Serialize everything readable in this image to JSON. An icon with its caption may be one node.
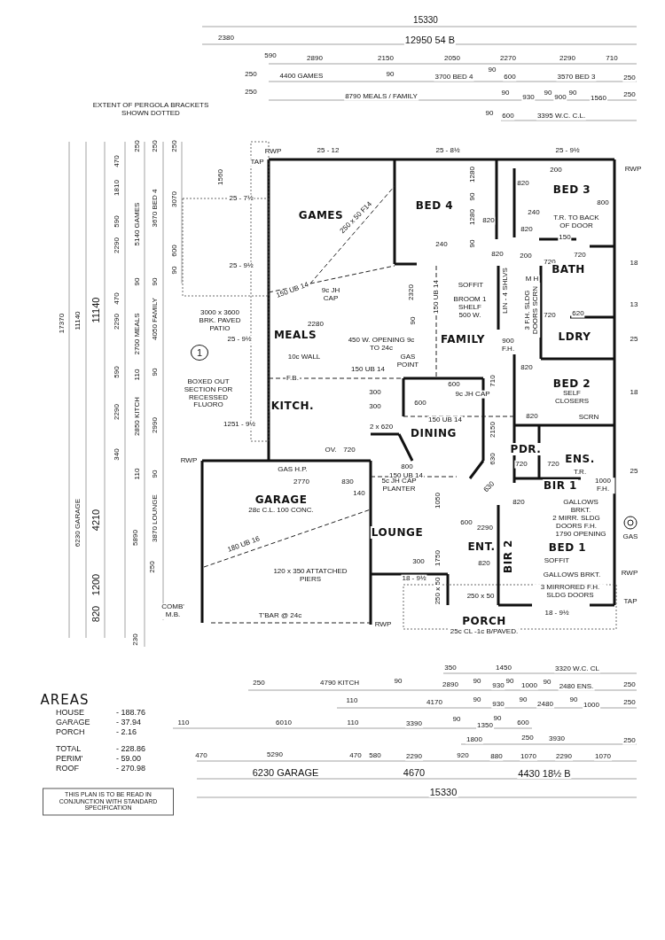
{
  "diagram": {
    "nodes": [
      {
        "text": [
          "GAMES"
        ]
      },
      {
        "text": [
          "BED 4"
        ]
      },
      {
        "text": [
          "BED 3"
        ]
      },
      {
        "text": [
          "BATH"
        ]
      },
      {
        "text": [
          "LDRY"
        ]
      },
      {
        "text": [
          "MEALS"
        ]
      },
      {
        "text": [
          "FAMILY"
        ]
      },
      {
        "text": [
          "BED 2"
        ]
      },
      {
        "text": [
          "KITCH."
        ]
      },
      {
        "text": [
          "DINING"
        ]
      },
      {
        "text": [
          "PDR."
        ]
      },
      {
        "text": [
          "ENS."
        ]
      },
      {
        "text": [
          "BIR 1"
        ]
      },
      {
        "text": [
          "GARAGE",
          "28c C.L. 100 CONC."
        ]
      },
      {
        "text": [
          "LOUNGE"
        ]
      },
      {
        "text": [
          "ENT."
        ]
      },
      {
        "text": [
          "BIR 2"
        ]
      },
      {
        "text": [
          "BED 1"
        ]
      },
      {
        "text": [
          "PORCH",
          "25c CL -1c B/PAVED."
        ]
      },
      {
        "text": [
          "THIS PLAN IS TO BE READ IN CONJUNCTION WITH STANDARD SPECIFICATION"
        ]
      }
    ],
    "labels": [
      "15330",
      "2380",
      "12950 54 B",
      "590",
      "2890",
      "2150",
      "2050",
      "2270",
      "2290",
      "710",
      "250",
      "4400 GAMES",
      "90",
      "3700 BED 4",
      "90",
      "600",
      "3570 BED 3",
      "250",
      "250",
      "8790 MEALS / FAMILY",
      "90",
      "930",
      "90",
      "900",
      "90",
      "1560",
      "250",
      "EXTENT OF PERGOLA BRACKETS SHOWN DOTTED",
      "90",
      "600",
      "3395 W.C. C.L.",
      "17370",
      "11140",
      "11140",
      "470",
      "1810",
      "590",
      "2290",
      "470",
      "2290",
      "590",
      "2290",
      "340",
      "250",
      "5140 GAMES",
      "90",
      "2700 MEALS",
      "110",
      "2850 KITCH",
      "110",
      "5890",
      "230",
      "250",
      "3670 BED 4",
      "90",
      "4050 FAMILY",
      "90",
      "2990",
      "90",
      "3870 LOUNGE",
      "250",
      "6230 GARAGE",
      "4210",
      "1200",
      "820",
      "250",
      "3070",
      "600",
      "90",
      "1560",
      "RWP",
      "25 - 12",
      "25 - 8½",
      "25 - 9½",
      "TAP",
      "200",
      "RWP",
      "1280",
      "820",
      "800",
      "25 - 7½",
      "90",
      "250 x 50 F14",
      "240",
      "1280",
      "820",
      "T.R. TO BACK OF DOOR",
      "820",
      "150",
      "240",
      "90",
      "820",
      "200",
      "720",
      "720",
      "18",
      "25 - 9½",
      "M H",
      "SOFFIT",
      "150 UB 14",
      "9c JH CAP",
      "2320",
      "150 UB 14",
      "LIN - 4 SHLVS",
      "BROOM 1 SHELF 500 W.",
      "3 F.H. SLDG DOORS SCRN",
      "13",
      "720",
      "620",
      "3000 x 3600 BRK. PAVED PATIO",
      "2280",
      "90",
      "25 - 9½",
      "25",
      "450 W. OPENING 9c TO 24c",
      "900 F.H.",
      "1",
      "10c WALL",
      "GAS POINT",
      "150 UB 14",
      "820",
      "F.B.",
      "600",
      "710",
      "300",
      "18",
      "9c JH CAP",
      "BOXED OUT SECTION FOR RECESSED FLUORO",
      "SELF CLOSERS",
      "600",
      "300",
      "820",
      "SCRN",
      "150 UB 14",
      "1251 - 9½",
      "2150",
      "2 x 620",
      "OV.",
      "720",
      "720",
      "720",
      "630",
      "RWP",
      "800",
      "GAS H.P.",
      "T.R.",
      "25",
      "150 UB 14",
      "2770",
      "830",
      "5c JH CAP PLANTER",
      "630",
      "1000 F.H.",
      "140",
      "1050",
      "820",
      "GALLOWS BRKT.",
      "2 MIRR. SLDG DOORS F.H.",
      "1790 OPENING",
      "GAS",
      "600",
      "2290",
      "180 UB 16",
      "1750",
      "300",
      "SOFFIT",
      "820",
      "RWP",
      "GALLOWS BRKT.",
      "120 x 350 ATTATCHED PIERS",
      "18 - 9½",
      "250 x 50",
      "3 MIRRORED F.H. SLDG DOORS",
      "250 x 50",
      "TAP",
      "COMB' M.B.",
      "T'BAR @ 24c",
      "18 - 9½",
      "RWP",
      "350",
      "1450",
      "3320 W.C. CL",
      "250",
      "4790 KITCH",
      "90",
      "2890",
      "90",
      "930",
      "90",
      "1000",
      "90",
      "2480 ENS.",
      "250",
      "110",
      "4170",
      "90",
      "930",
      "90",
      "2480",
      "90",
      "1000",
      "250",
      "110",
      "6010",
      "110",
      "3390",
      "90",
      "1350",
      "90",
      "600",
      "1800",
      "250",
      "3930",
      "250",
      "470",
      "5290",
      "470",
      "580",
      "2290",
      "920",
      "880",
      "1070",
      "2290",
      "1070",
      "6230 GARAGE",
      "4670",
      "4430 18½ B",
      "15330",
      "AREAS",
      "HOUSE",
      "- 188.76",
      "GARAGE",
      "- 37.94",
      "PORCH",
      "- 2.16",
      "TOTAL",
      "- 228.86",
      "PERIM'",
      "- 59.00",
      "ROOF",
      "- 270.98"
    ]
  }
}
